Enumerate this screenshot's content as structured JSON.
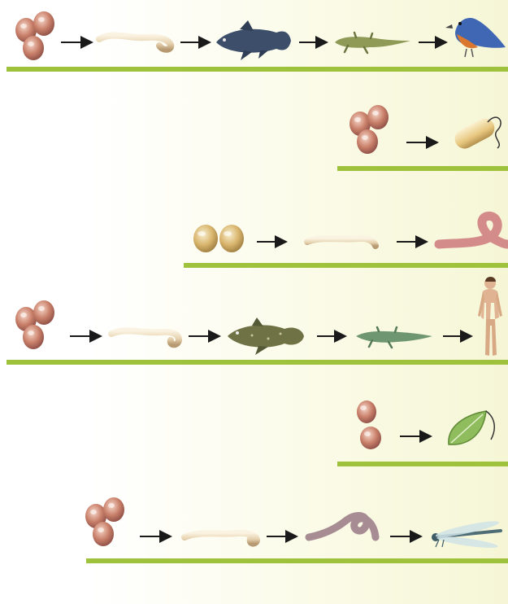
{
  "diagram": {
    "type": "evolutionary-sequence-panel",
    "colors": {
      "background_left": "#ffffff",
      "background_right": "#f6f6d6",
      "ground_line": "#9fc23c",
      "arrow": "#1a1a1a",
      "cells": "#c77c62",
      "worm": "#e8d6b3",
      "fish": "#3c4e6a",
      "amphibian": "#8e9a55",
      "bird_blue": "#3f67b4",
      "bird_orange": "#d9782e",
      "bacterium": "#e9cf8a",
      "earthworm": "#d48c8a",
      "coelacanth": "#6f7245",
      "crocodile": "#6e9670",
      "human_skin": "#e0b492",
      "leaf": "#8fbd5e",
      "dragonfly": "#7da3aa"
    },
    "rows": [
      {
        "id": "row-1",
        "stages": [
          "egg-cluster-icon",
          "worm-icon",
          "fish-icon",
          "salamander-icon",
          "bird-icon"
        ]
      },
      {
        "id": "row-2",
        "stages": [
          "egg-cluster-icon",
          "bacterium-icon"
        ]
      },
      {
        "id": "row-3",
        "stages": [
          "egg-cluster-icon",
          "worm-icon",
          "earthworm-icon"
        ]
      },
      {
        "id": "row-4",
        "stages": [
          "egg-cluster-icon",
          "worm-icon",
          "coelacanth-icon",
          "crocodile-icon",
          "human-icon"
        ]
      },
      {
        "id": "row-5",
        "stages": [
          "egg-cluster-icon",
          "leaf-icon"
        ]
      },
      {
        "id": "row-6",
        "stages": [
          "egg-cluster-icon",
          "worm-icon",
          "earthworm-icon",
          "dragonfly-icon"
        ]
      }
    ]
  }
}
